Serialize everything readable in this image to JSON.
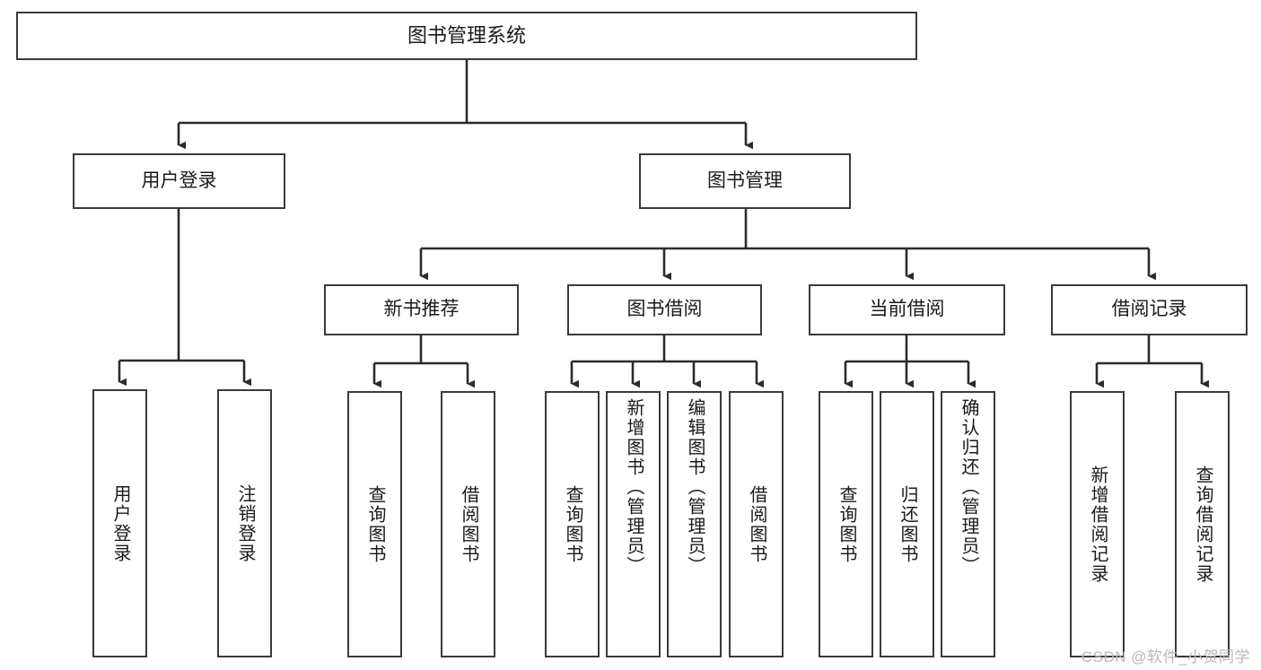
{
  "diagram": {
    "title": "图书管理系统",
    "type": "tree",
    "watermark": "CSDN @软件_小贺同学",
    "colors": {
      "box_border": "#3a3a3a",
      "box_fill": "#ffffff",
      "connector": "#2b2b2b",
      "text": "#1a1a1a",
      "watermark": "#b9b9b9"
    },
    "nodes": {
      "root": {
        "label": "图书管理系统"
      },
      "level2": [
        {
          "id": "user-login",
          "label": "用户登录"
        },
        {
          "id": "book-manage",
          "label": "图书管理"
        }
      ],
      "level3": [
        {
          "id": "new-book-recommend",
          "label": "新书推荐"
        },
        {
          "id": "book-borrow",
          "label": "图书借阅"
        },
        {
          "id": "current-borrow",
          "label": "当前借阅"
        },
        {
          "id": "borrow-record",
          "label": "借阅记录"
        }
      ],
      "leaves": {
        "user_login": [
          {
            "id": "leaf-user-login",
            "label": "用户登录"
          },
          {
            "id": "leaf-logout-login",
            "label": "注销登录"
          }
        ],
        "new_book_recommend": [
          {
            "id": "leaf-query-book-1",
            "label": "查询图书"
          },
          {
            "id": "leaf-borrow-book-1",
            "label": "借阅图书"
          }
        ],
        "book_borrow": [
          {
            "id": "leaf-query-book-2",
            "label": "查询图书"
          },
          {
            "id": "leaf-add-book-admin",
            "label": "新增图书（管理员）"
          },
          {
            "id": "leaf-edit-book-admin",
            "label": "编辑图书（管理员）"
          },
          {
            "id": "leaf-borrow-book-2",
            "label": "借阅图书"
          }
        ],
        "current_borrow": [
          {
            "id": "leaf-query-book-3",
            "label": "查询图书"
          },
          {
            "id": "leaf-return-book",
            "label": "归还图书"
          },
          {
            "id": "leaf-confirm-return-admin",
            "label": "确认归还（管理员）"
          }
        ],
        "borrow_record": [
          {
            "id": "leaf-add-borrow-record",
            "label": "新增借阅记录"
          },
          {
            "id": "leaf-query-borrow-record",
            "label": "查询借阅记录"
          }
        ]
      }
    }
  }
}
